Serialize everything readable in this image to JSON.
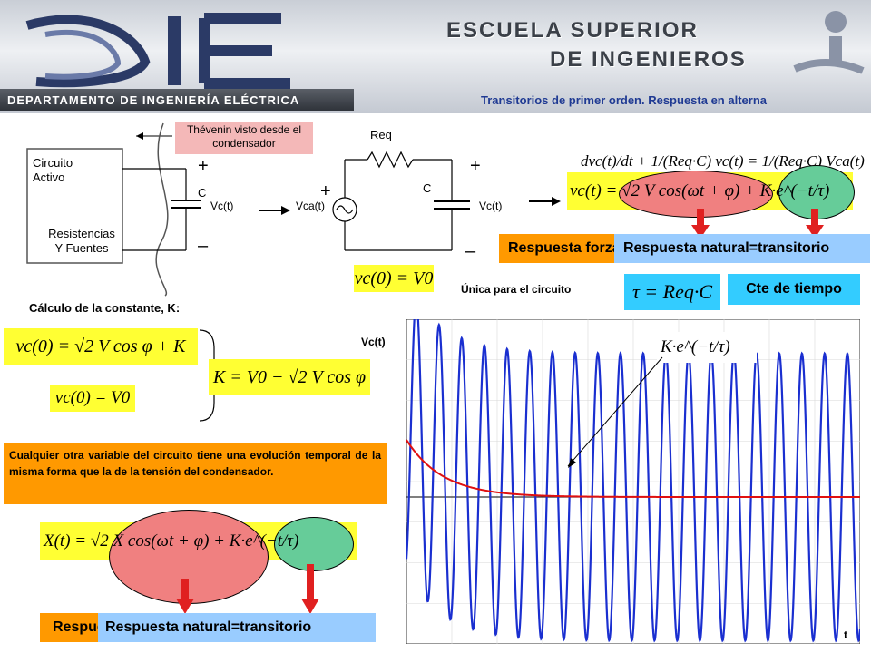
{
  "header": {
    "school_line1": "ESCUELA SUPERIOR",
    "school_line2": "DE INGENIEROS",
    "department": "DEPARTAMENTO DE INGENIERÍA ELÉCTRICA",
    "subtitle": "Transitorios de primer orden. Respuesta  en alterna"
  },
  "circuit": {
    "thevenin_label": "Thévenin visto desde el condensador",
    "block_label_1": "Circuito Activo",
    "block_label_2": "Resistencias Y Fuentes",
    "plus": "+",
    "minus": "–",
    "cap_left": "C",
    "vc_left": "Vc(t)",
    "req": "Req",
    "cap_right": "C",
    "vca": "Vca(t)",
    "vc_right": "Vc(t)"
  },
  "labels": {
    "unica": "Única para el circuito",
    "cte": "Cte de tiempo",
    "calculo": "Cálculo de la constante, K:",
    "vc_axis": "Vc(t)",
    "t_axis": "t",
    "respuesta_forzada_top": "Respuesta forzada",
    "respuesta_natural_top": "Respuesta natural=transitorio",
    "respuesta_forzada_bottom": "Respuesta forzada",
    "respuesta_natural_bottom": "Respuesta natural=transitorio",
    "nota": "Cualquier otra variable del circuito tiene una evolución temporal de la misma forma que la de la tensión del condensador."
  },
  "equations": {
    "diff_eq": "dvc(t)/dt + 1/(Req·C) vc(t) = 1/(Req·C) Vca(t)",
    "vc_solution": "vc(t) = √2 V cos(ωt + φ) + K·e^(−t/τ)",
    "ic": "vc(0) = V0",
    "tau": "τ = Req·C",
    "k_eq1": "vc(0) = √2 V cos φ + K",
    "k_eq2": "vc(0) = V0",
    "k_result": "K = V0 − √2 V cos φ",
    "x_solution": "X(t) = √2 X cos(ωt + φ) + K·e^(−t/τ)",
    "exp_label": "K·e^(−t/τ)"
  },
  "colors": {
    "yellow": "#ffff33",
    "cyan": "#33ccff",
    "orange": "#ff9900",
    "light_blue": "#99ccff",
    "pink_ellipse": "#f08080",
    "green_ellipse": "#66cc99",
    "red_arrow": "#e02020",
    "header_blue": "#1f3a93",
    "sine_blue": "#1a2fd0",
    "transient_red": "#e01010"
  },
  "chart_data": {
    "type": "line",
    "title": "",
    "xlabel": "t",
    "ylabel": "Vc(t)",
    "series": [
      {
        "kind": "sinusoid_plus_exponential",
        "cycles": 20
      },
      {
        "kind": "exponential_decay",
        "initial": 0.9,
        "final": 0
      }
    ]
  }
}
